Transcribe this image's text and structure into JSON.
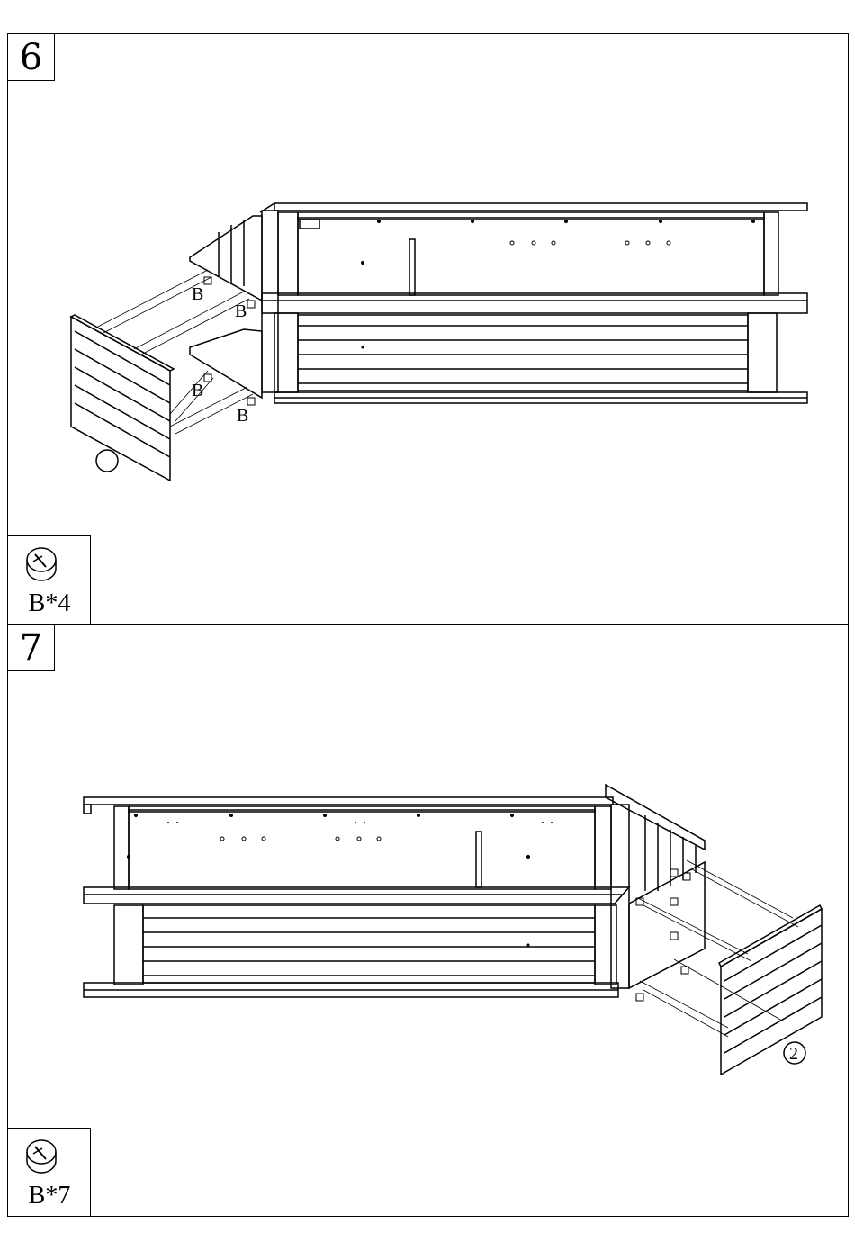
{
  "step6": {
    "number": "6",
    "hardware_count": "B*4",
    "hardware_labels": [
      "B",
      "B",
      "B",
      "B"
    ],
    "part_label": ""
  },
  "step7": {
    "number": "7",
    "hardware_count": "B*7",
    "part_label": "2"
  }
}
